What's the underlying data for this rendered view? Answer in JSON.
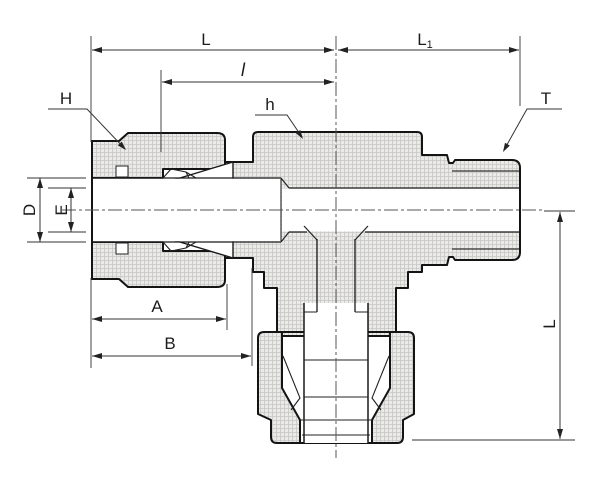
{
  "drawing": {
    "type": "technical-section-drawing",
    "subject": "male-branch-tee-compression-fitting",
    "colors": {
      "background": "#ffffff",
      "outline": "#141414",
      "internal_line": "#2a2a2a",
      "hatch_fill": "#ebeae8",
      "hatch_grid": "#c6c6c4",
      "centerline": "#555555",
      "dimension_line": "#333333"
    },
    "labels": {
      "run_left": "L",
      "run_right_base": "L",
      "run_right_sub": "1",
      "center_len": "l",
      "nut_flats": "H",
      "body_flats": "h",
      "thread": "T",
      "tube_hole_dia": "D",
      "bore_dia": "E",
      "nut_len": "A",
      "assembly_len": "B",
      "branch_len": "L"
    }
  }
}
